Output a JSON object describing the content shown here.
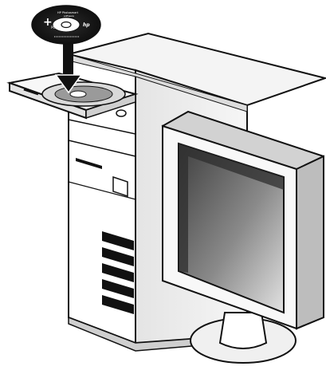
{
  "illustration": {
    "cd_label_plus": "+",
    "cd_label_sub": "PC",
    "cd_brand": "hp",
    "cd_product_text": "HP Photosmart",
    "cd_product_text_2": "software"
  },
  "colors": {
    "outline": "#111111",
    "panel_light": "#f2f2f2",
    "panel_mid": "#d6d6d6",
    "panel_dark": "#a8a8a8",
    "screen_dark": "#5a5a5a",
    "screen_light": "#cfcfcf",
    "disc_dark": "#1a1a1a"
  }
}
